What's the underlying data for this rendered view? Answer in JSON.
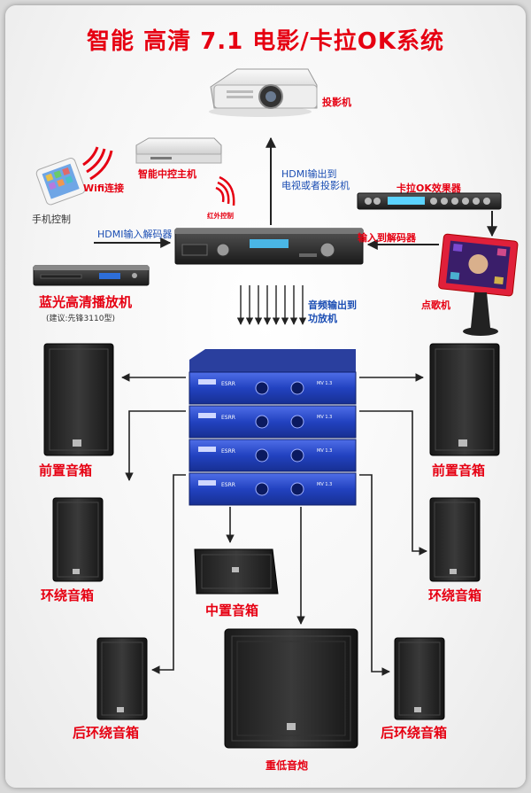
{
  "title": "智能 高清 7.1 电影/卡拉OK系统",
  "devices": {
    "projector": "投影机",
    "smart_host": "智能中控主机",
    "phone": "手机控制",
    "wifi": "Wifi连接",
    "ir": "红外控制",
    "karaoke_effects": "卡拉OK效果器",
    "bluray": "蓝光高清播放机",
    "bluray_note": "(建议:先锋3110型)",
    "song_machine": "点歌机"
  },
  "connections": {
    "hdmi_to_projector_line1": "HDMI输出到",
    "hdmi_to_projector_line2": "电视或者投影机",
    "hdmi_input_decoder": "HDMI输入解码器",
    "input_to_decoder": "输入到解码器",
    "audio_out_line1": "音频输出到",
    "audio_out_line2": "功放机"
  },
  "speakers": {
    "front_left": "前置音箱",
    "front_right": "前置音箱",
    "surround_left": "环绕音箱",
    "surround_right": "环绕音箱",
    "center": "中置音箱",
    "rear_left": "后环绕音箱",
    "rear_right": "后环绕音箱",
    "subwoofer": "重低音炮"
  },
  "amplifier": {
    "brand": "ESRR",
    "model": "MV 1.3",
    "count": 4
  },
  "colors": {
    "title": "#e60012",
    "label_red": "#e60012",
    "label_blue": "#1a4db3",
    "amp_blue": "#2848c8"
  }
}
